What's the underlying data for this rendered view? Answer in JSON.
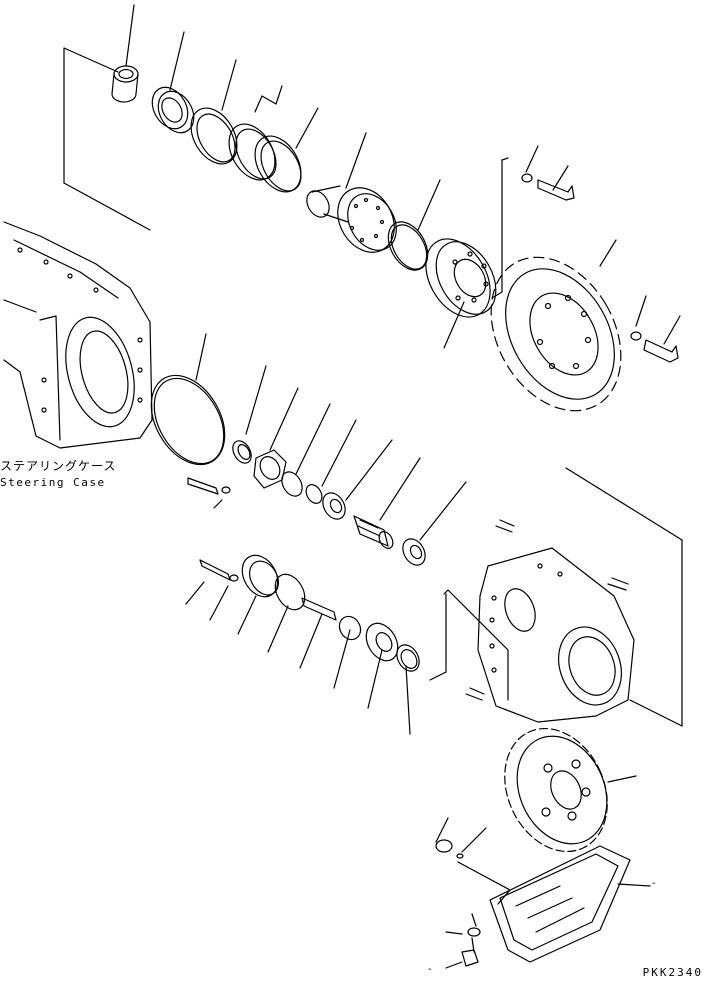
{
  "labels": {
    "steering_case_jp": "ステアリングケース",
    "steering_case_en": "Steering Case",
    "drawing_code": "PKK2340",
    "dash_1": "-",
    "dash_2": "-"
  },
  "colors": {
    "line": "#000000",
    "background": "#ffffff"
  }
}
